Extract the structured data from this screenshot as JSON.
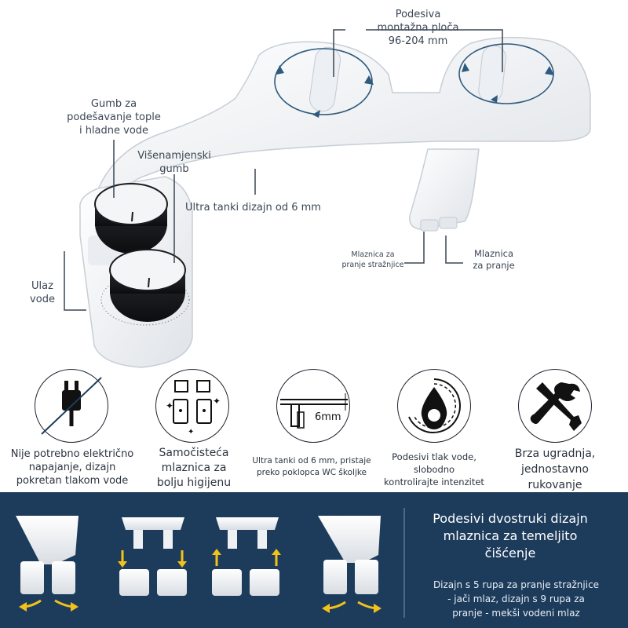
{
  "product": {
    "callouts": {
      "mounting_plate": "Podesiva\nmontažna ploča\n96-204 mm",
      "temp_knob": "Gumb za\npodešavanje tople\ni hladne vode",
      "multi_knob": "Višenamjenski\ngumb",
      "ultra_thin": "Ultra tanki dizajn od 6 mm",
      "water_inlet": "Ulaz\nvode",
      "rear_nozzle": "Mlaznica za\npranje stražnjice",
      "wash_nozzle": "Mlaznica\nza pranje"
    }
  },
  "features": [
    {
      "icon": "no-plug-icon",
      "caption": "Nije potrebno električno\nnapajanje, dizajn\npokretan tlakom vode"
    },
    {
      "icon": "self-clean-nozzle-icon",
      "caption": "Samočisteća\nmlaznica za\nbolju higijenu"
    },
    {
      "icon": "thin-profile-icon",
      "inner_label": "6mm",
      "caption": "Ultra tanki od 6 mm, pristaje\npreko poklopca WC školjke"
    },
    {
      "icon": "pressure-drop-icon",
      "caption": "Podesivi tlak vode,\nslobodno\nkontrolirajte intenzitet"
    },
    {
      "icon": "tools-icon",
      "caption": "Brza ugradnja,\njednostavno\nrukovanje"
    }
  ],
  "bottom": {
    "title": "Podesivi dvostruki dizajn\nmlaznica za temeljito\nčišćenje",
    "description": "Dizajn s 5 rupa za pranje stražnjice\n- jači mlaz, dizajn s 9 rupa za\npranje - mekši vodeni mlaz"
  },
  "colors": {
    "band": "#1d3c5c",
    "arrow": "#f2c21a",
    "accent_line": "#3a4654"
  }
}
